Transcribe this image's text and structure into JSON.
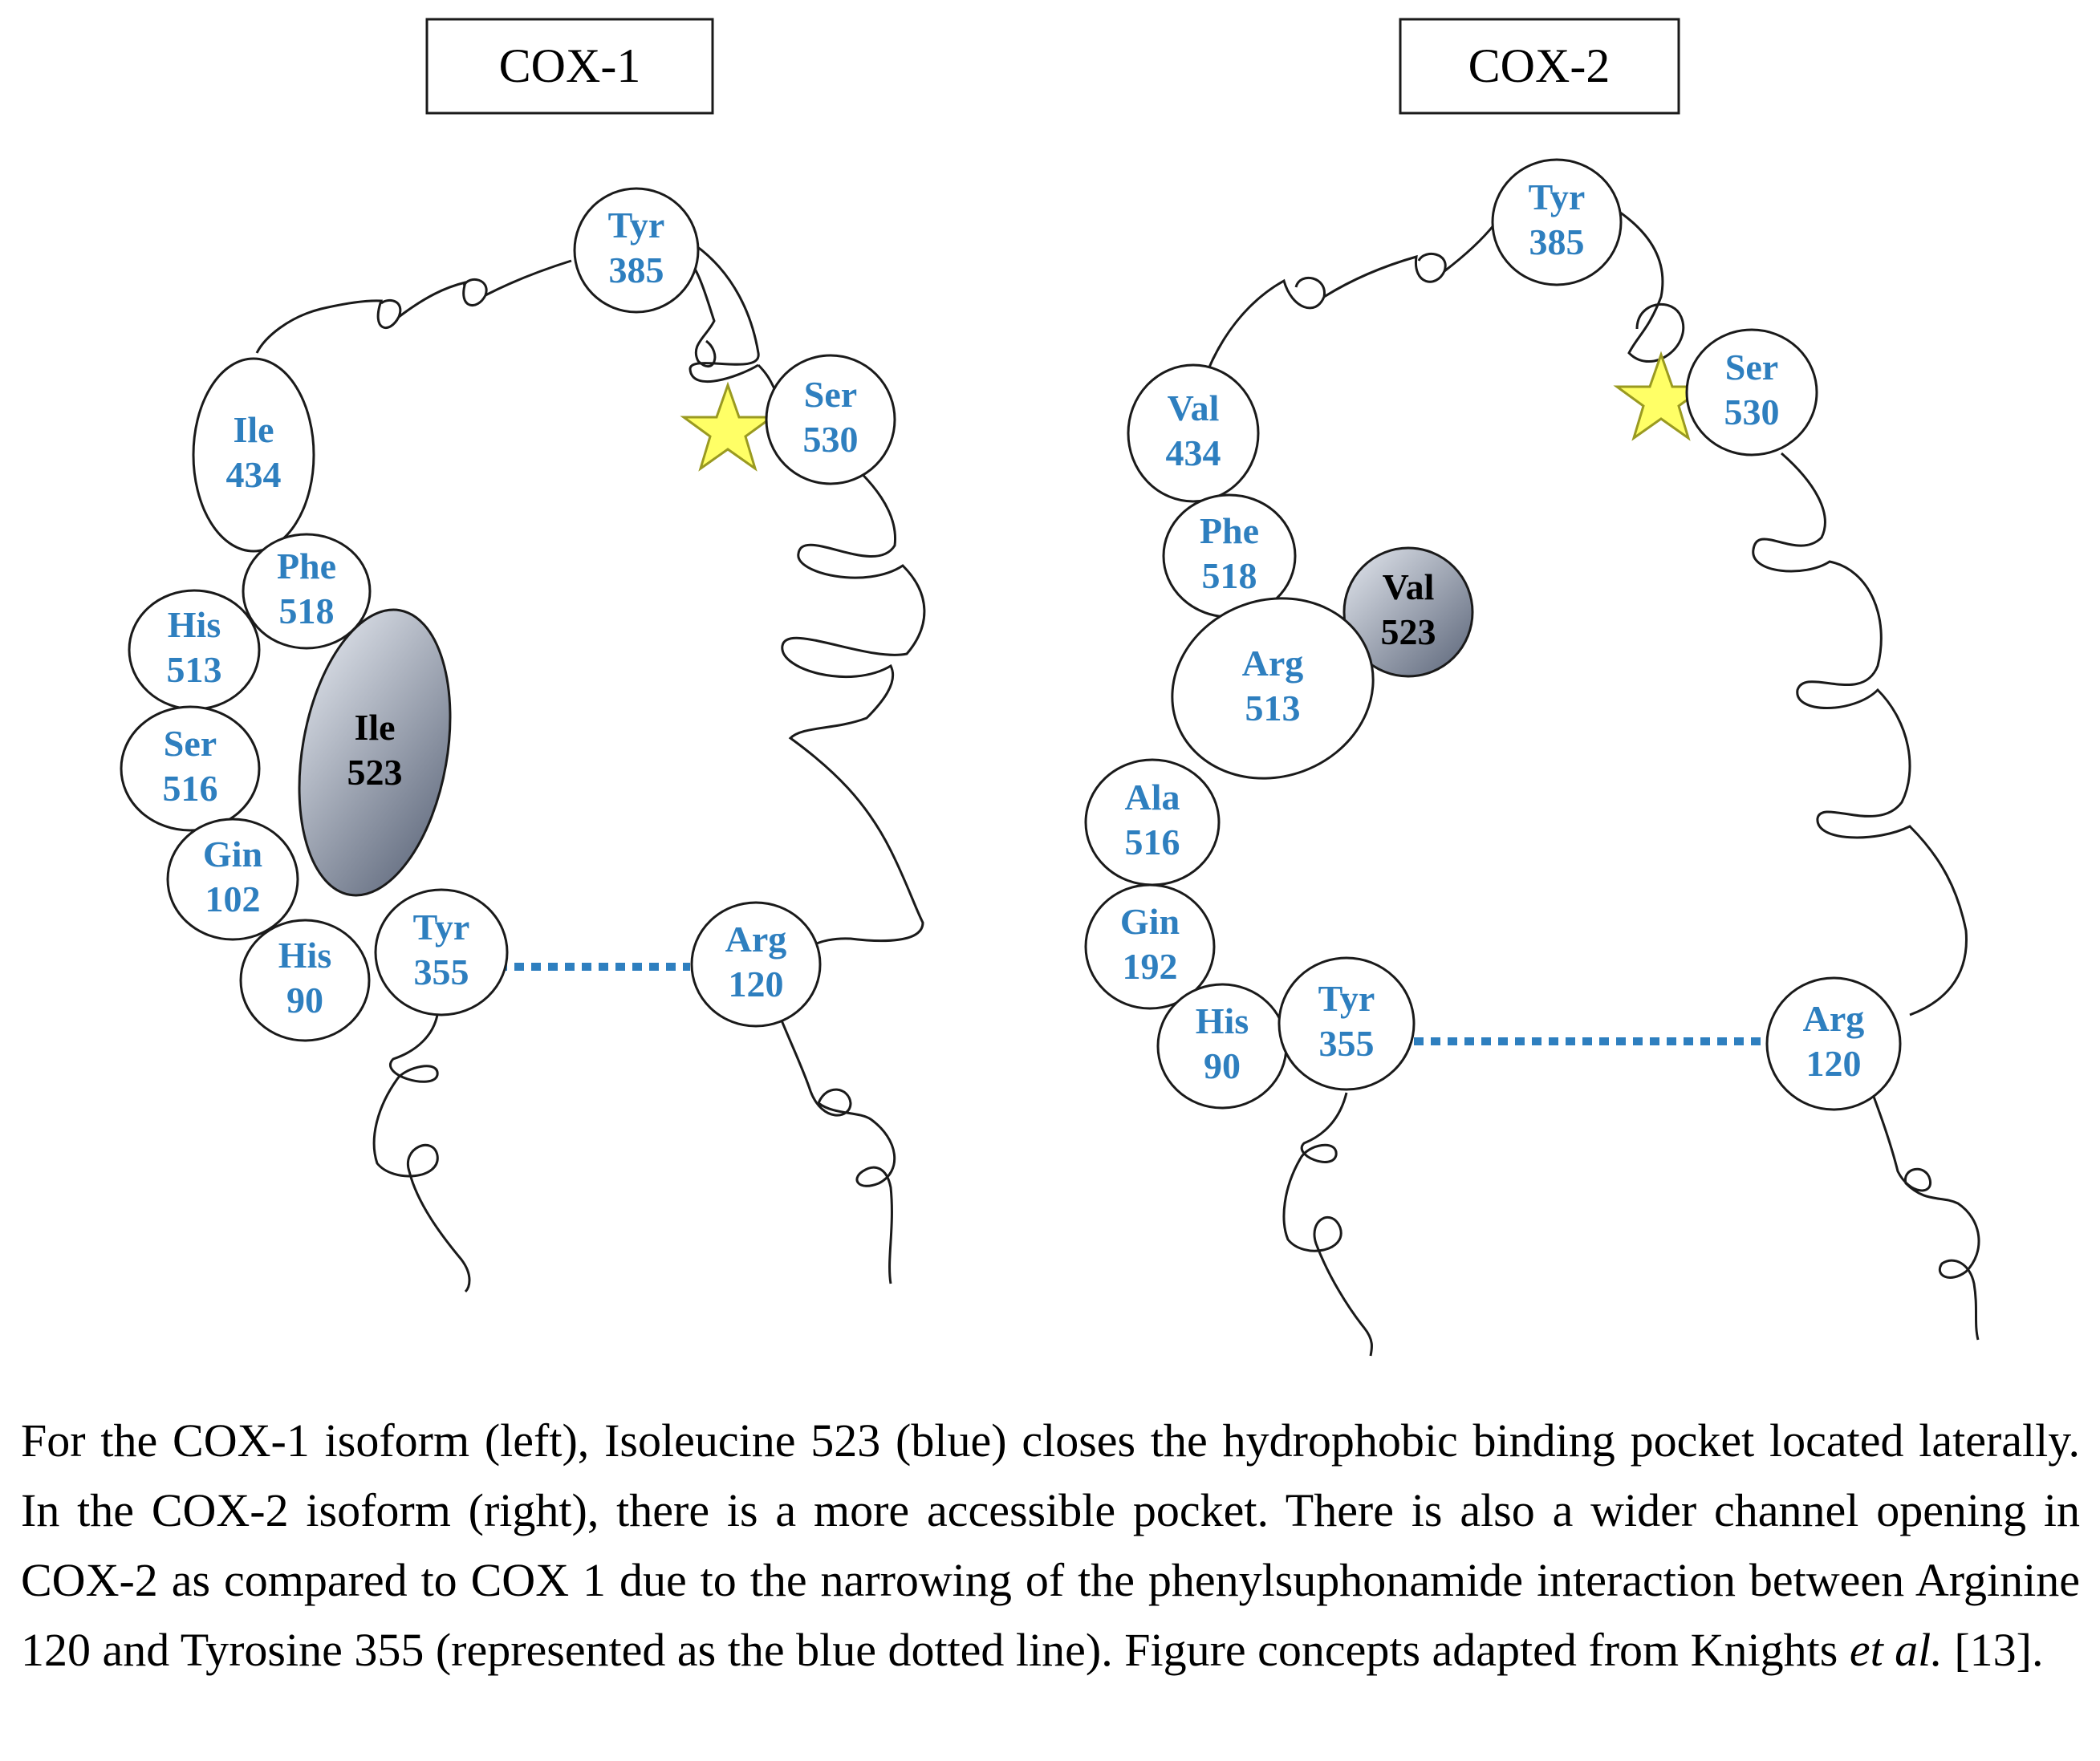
{
  "colors": {
    "residue_text": "#2e7fbf",
    "highlight_text": "#000000",
    "highlight_fill_light": "#e4e8ef",
    "highlight_fill_dark": "#5a6478",
    "dotted_line": "#2e7fbf",
    "star_fill": "#ffff66",
    "star_stroke": "#9a9a20",
    "outline": "#1a1a1a"
  },
  "panels": [
    {
      "title": "COX-1",
      "residues": [
        {
          "name": "Tyr",
          "num": "385"
        },
        {
          "name": "Ser",
          "num": "530"
        },
        {
          "name": "Ile",
          "num": "434"
        },
        {
          "name": "Phe",
          "num": "518"
        },
        {
          "name": "His",
          "num": "513"
        },
        {
          "name": "Ile",
          "num": "523",
          "highlight": true
        },
        {
          "name": "Ser",
          "num": "516"
        },
        {
          "name": "Gin",
          "num": "102"
        },
        {
          "name": "His",
          "num": "90"
        },
        {
          "name": "Tyr",
          "num": "355"
        },
        {
          "name": "Arg",
          "num": "120"
        }
      ]
    },
    {
      "title": "COX-2",
      "residues": [
        {
          "name": "Tyr",
          "num": "385"
        },
        {
          "name": "Ser",
          "num": "530"
        },
        {
          "name": "Val",
          "num": "434"
        },
        {
          "name": "Phe",
          "num": "518"
        },
        {
          "name": "Val",
          "num": "523",
          "highlight": true
        },
        {
          "name": "Arg",
          "num": "513"
        },
        {
          "name": "Ala",
          "num": "516"
        },
        {
          "name": "Gin",
          "num": "192"
        },
        {
          "name": "His",
          "num": "90"
        },
        {
          "name": "Tyr",
          "num": "355"
        },
        {
          "name": "Arg",
          "num": "120"
        }
      ]
    }
  ],
  "caption": {
    "part1": "For the COX-1 isoform (left), Isoleucine 523 (blue) closes the hydrophobic binding pocket located laterally. In the COX-2 isoform (right), there is a more accessible pocket. There is also a wider channel opening in COX-2 as compared to COX 1 due to the narrowing of the phenylsuphonamide interaction between Arginine 120 and Tyrosine 355 (represented as the blue dotted line). Figure concepts adapted from Knights ",
    "italic": "et al.",
    "part2": " [13]."
  }
}
